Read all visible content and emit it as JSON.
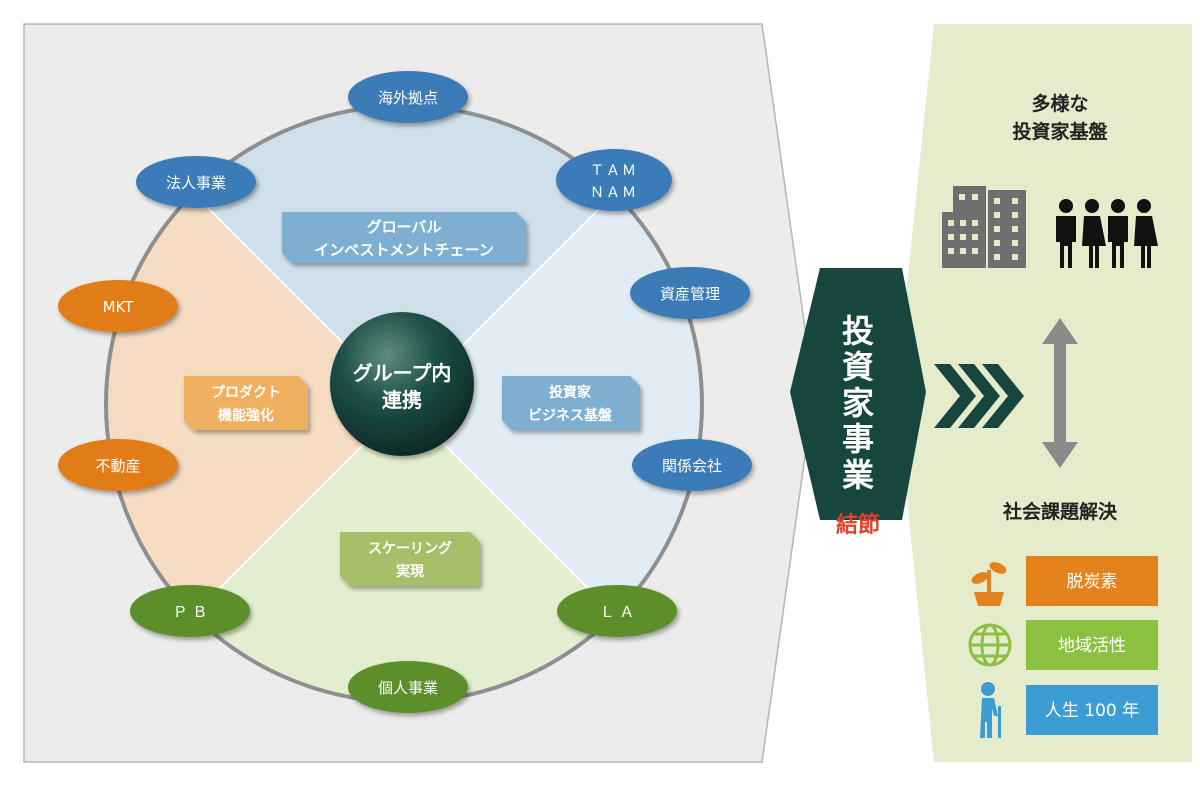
{
  "colors": {
    "bg_panel": "#ececec",
    "right_panel": "#e4eccc",
    "ring": "#8f8f8f",
    "quad_top": "#cfe0ea",
    "quad_right": "#e2ecf4",
    "quad_bottom": "#e3edcf",
    "quad_left": "#f5dcc2",
    "blue_node": "#3b7bb8",
    "orange_node": "#e17b14",
    "green_node": "#5b8f2b",
    "tag_blue": "#7eaed0",
    "tag_orange": "#f0b060",
    "tag_green": "#a6c06a",
    "center": "#17443f",
    "hub": "#17463f",
    "hub_accent": "#e2412c",
    "chevron": "#17463f",
    "arrow": "#8a8a8a",
    "icon": "#6e6e6e",
    "box_orange": "#e4821c",
    "box_green": "#8cc040",
    "box_blue": "#3c9cd4",
    "icon_plant": "#e4821c",
    "icon_globe": "#8cc040",
    "icon_person": "#3c9cd4"
  },
  "center": {
    "line1": "グループ内",
    "line2": "連携"
  },
  "nodes": {
    "kaigai": "海外拠点",
    "hojin": "法人事業",
    "tam": "ＴＡＭ",
    "nam": "ＮＡＭ",
    "shisan": "資産管理",
    "kankei": "関係会社",
    "la": "Ｌ Ａ",
    "kojin": "個人事業",
    "pb": "Ｐ Ｂ",
    "fudosan": "不動産",
    "mkt": "MKT"
  },
  "tags": {
    "global_1": "グローバル",
    "global_2": "インベストメントチェーン",
    "investor_1": "投資家",
    "investor_2": "ビジネス基盤",
    "scaling_1": "スケーリング",
    "scaling_2": "実現",
    "product_1": "プロダクト",
    "product_2": "機能強化"
  },
  "hub": {
    "c1": "投",
    "c2": "資",
    "c3": "家",
    "c4": "事",
    "c5": "業",
    "accent": "結節"
  },
  "right": {
    "base_title_1": "多様な",
    "base_title_2": "投資家基盤",
    "social_title": "社会課題解決",
    "issues": {
      "decarbon": "脱炭素",
      "regional": "地域活性",
      "life100": "人生 100 年"
    }
  }
}
